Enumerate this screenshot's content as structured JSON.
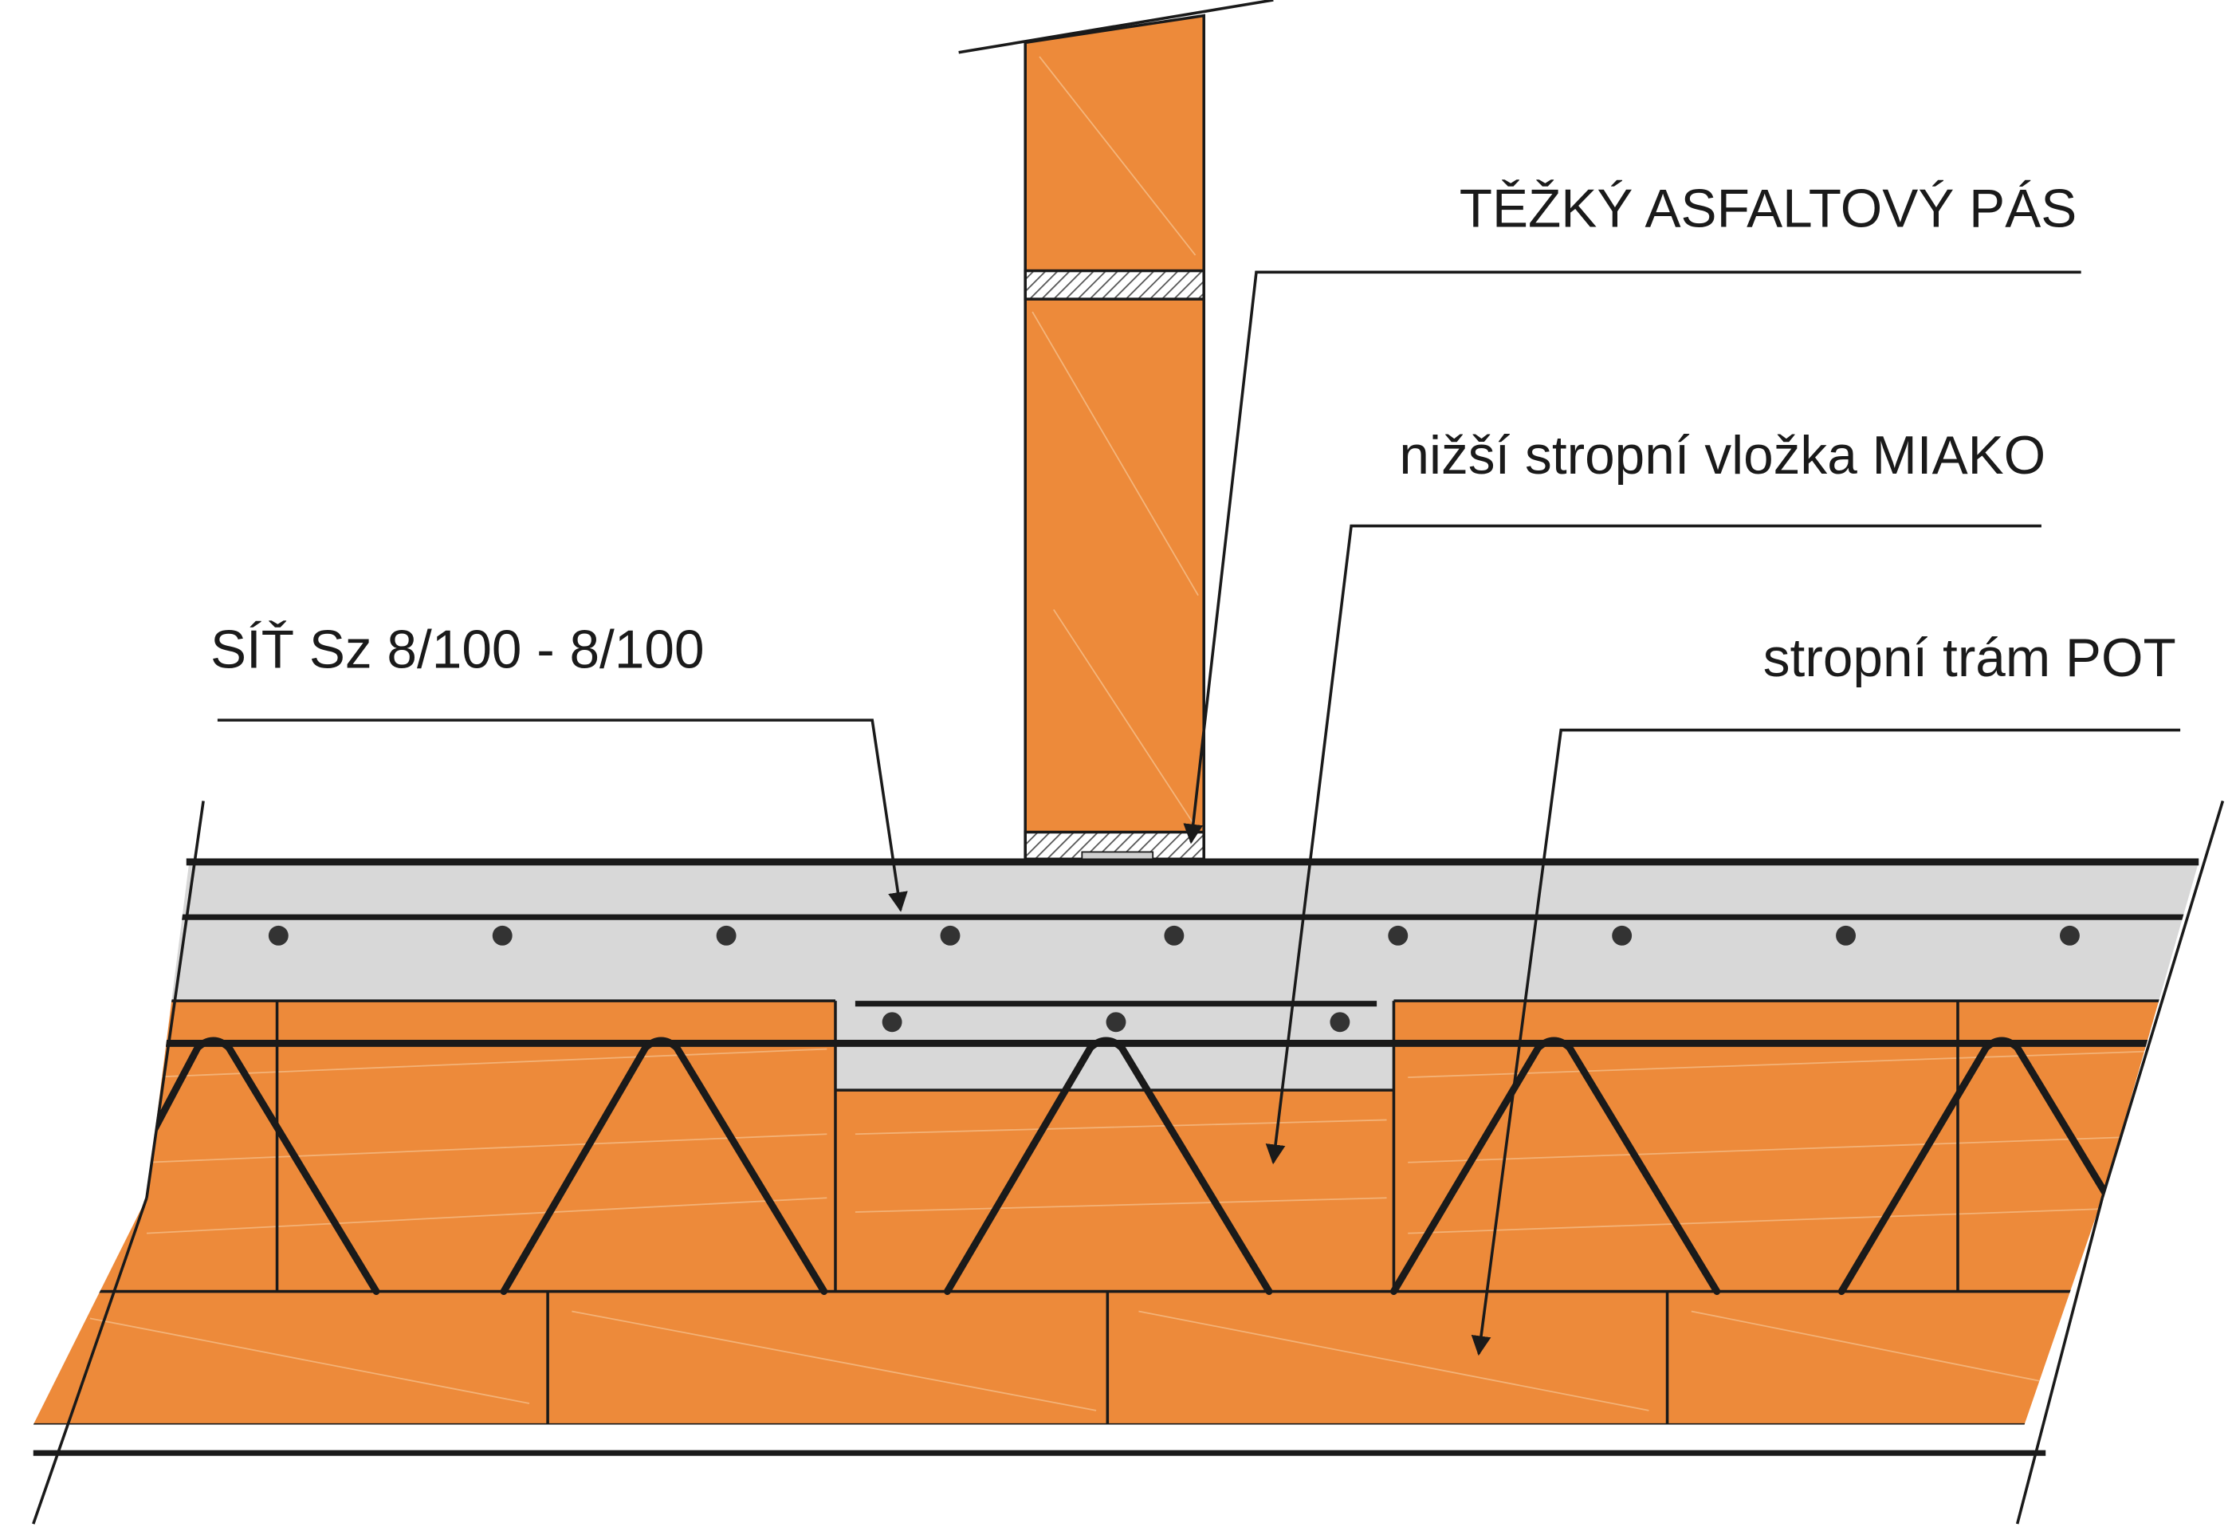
{
  "labels": {
    "asphalt_strip": "TĚŽKÝ ASFALTOVÝ PÁS",
    "lower_insert": "nižší stropní vložka MIAKO",
    "mesh": "SÍŤ Sz 8/100 - 8/100",
    "beam": "stropní trám POT"
  },
  "colors": {
    "brick": "#ED8A3A",
    "concrete": "#D8D8D8",
    "line": "#1A1A1A",
    "background": "#FFFFFF"
  }
}
